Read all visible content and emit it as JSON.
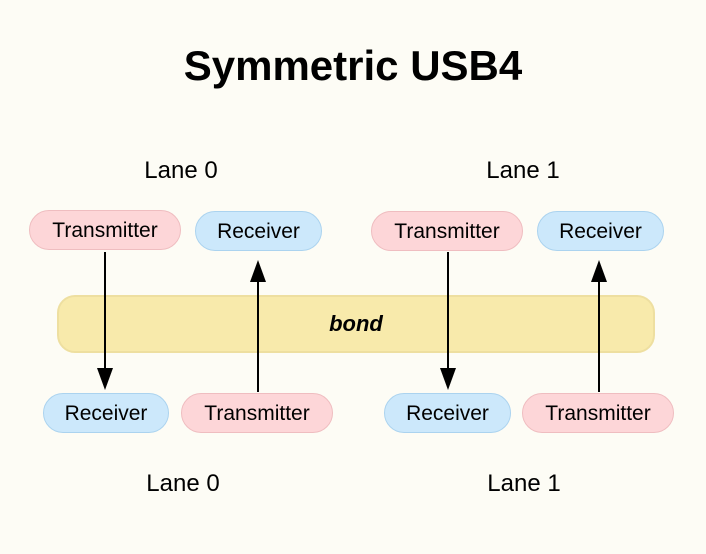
{
  "title": "Symmetric USB4",
  "top_lanes": [
    {
      "label": "Lane 0",
      "transmitter": "Transmitter",
      "receiver": "Receiver"
    },
    {
      "label": "Lane 1",
      "transmitter": "Transmitter",
      "receiver": "Receiver"
    }
  ],
  "bond_label": "bond",
  "bottom_lanes": [
    {
      "label": "Lane 0",
      "receiver": "Receiver",
      "transmitter": "Transmitter"
    },
    {
      "label": "Lane 1",
      "receiver": "Receiver",
      "transmitter": "Transmitter"
    }
  ],
  "colors": {
    "background": "#fdfcf5",
    "transmitter_fill": "#fdd6d8",
    "receiver_fill": "#cce8fb",
    "bond_fill": "#f8eaab"
  },
  "connections": [
    {
      "from": "top-lane0-transmitter",
      "to": "bottom-lane0-receiver"
    },
    {
      "from": "bottom-lane0-transmitter",
      "to": "top-lane0-receiver"
    },
    {
      "from": "top-lane1-transmitter",
      "to": "bottom-lane1-receiver"
    },
    {
      "from": "bottom-lane1-transmitter",
      "to": "top-lane1-receiver"
    }
  ]
}
